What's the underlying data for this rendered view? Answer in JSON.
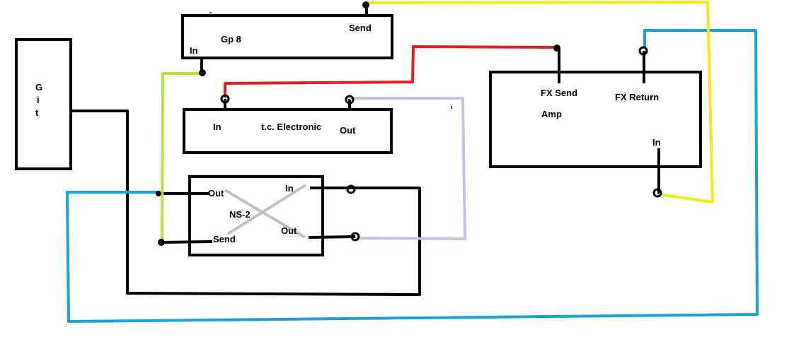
{
  "diagram": {
    "git": {
      "letters": [
        "G",
        "i",
        "t"
      ]
    },
    "gp8": {
      "name": "Gp 8",
      "in_label": "In",
      "send_label": "Send"
    },
    "tc": {
      "name": "t.c. Electronic",
      "in_label": "In",
      "out_label": "Out"
    },
    "ns2": {
      "name": "NS-2",
      "out_label": "Out",
      "in_label": "In",
      "send_label": "Send",
      "out2_label": "Out"
    },
    "amp": {
      "name": "Amp",
      "fx_send_label": "FX Send",
      "fx_return_label": "FX Return",
      "in_label": "In"
    },
    "wire_colors": {
      "black": "#000000",
      "blue": "#1aa0dc",
      "yellow": "#f4ea18",
      "red": "#e0201d",
      "green": "#b5e23a",
      "lavender": "#c4c2e0",
      "gray": "#c0c0c0"
    }
  }
}
